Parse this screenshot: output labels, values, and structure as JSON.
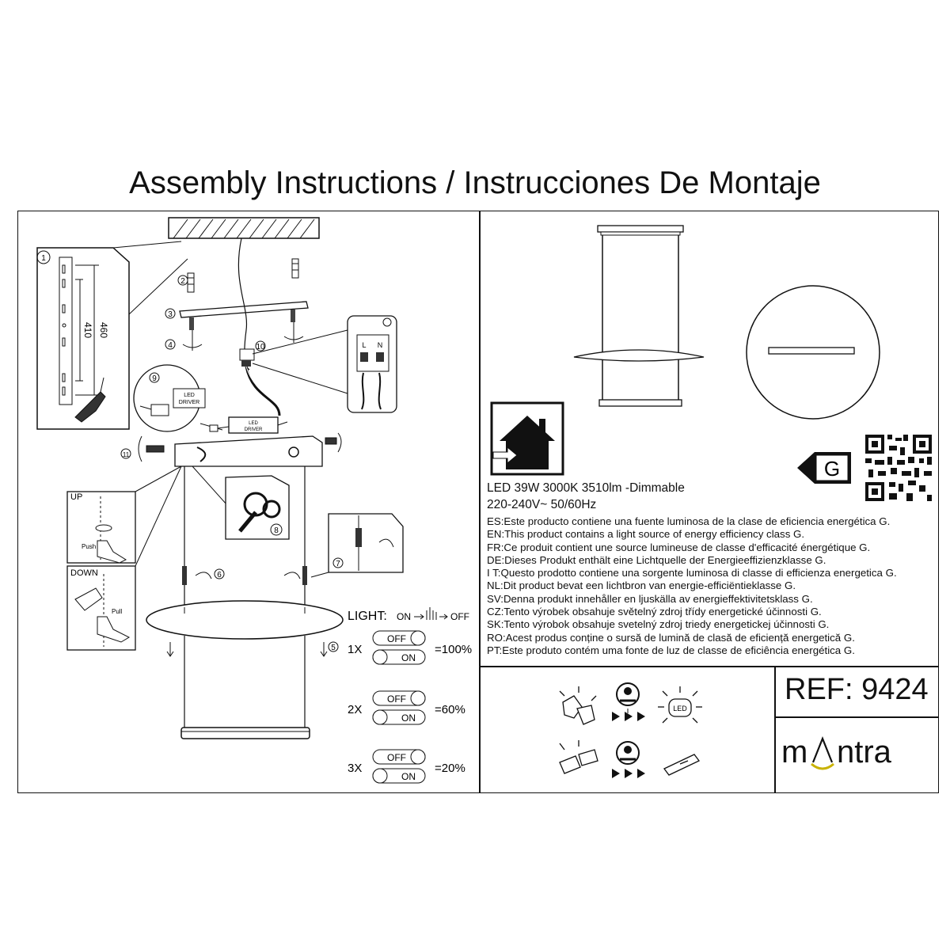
{
  "title": "Assembly Instructions / Instrucciones De Montaje",
  "steps": [
    "1",
    "2",
    "3",
    "4",
    "5",
    "6",
    "7",
    "8",
    "9",
    "10",
    "11"
  ],
  "dimensions": {
    "outer": "460",
    "inner": "410"
  },
  "driver": {
    "label_line1": "LED",
    "label_line2": "DRIVER"
  },
  "terminal": {
    "l": "L",
    "n": "N"
  },
  "cable_adjust": {
    "up": "UP",
    "down": "DOWN",
    "push": "Push",
    "pull": "Pull"
  },
  "light": {
    "label": "LIGHT:",
    "on": "ON",
    "off": "OFF",
    "rows": [
      {
        "count": "1X",
        "off": "OFF",
        "on": "ON",
        "result": "=100%"
      },
      {
        "count": "2X",
        "off": "OFF",
        "on": "ON",
        "result": "=60%"
      },
      {
        "count": "3X",
        "off": "OFF",
        "on": "ON",
        "result": "=20%"
      }
    ]
  },
  "energy_class": "G",
  "specs": {
    "line1": "LED 39W 3000K 3510lm -Dimmable",
    "line2": "220-240V~ 50/60Hz"
  },
  "efficiency_texts": [
    "ES:Este producto contiene una fuente luminosa de la clase de eficiencia energética G.",
    "EN:This product contains a light source of energy efficiency class G.",
    "FR:Ce produit contient une source lumineuse de classe d'efficacité énergétique G.",
    "DE:Dieses Produkt enthält eine Lichtquelle der Energieeffizienzklasse G.",
    "I T:Questo prodotto contiene una sorgente luminosa di classe di efficienza energetica G.",
    "NL:Dit product bevat een lichtbron van energie-efficiëntieklasse G.",
    "SV:Denna produkt innehåller en ljuskälla av energieffektivitetsklass G.",
    "CZ:Tento výrobek obsahuje světelný zdroj třídy energetické účinnosti G.",
    "SK:Tento výrobok obsahuje svetelný zdroj triedy energetickej účinnosti G.",
    "RO:Acest produs conține o sursă de lumină de clasă de eficiență energetică G.",
    "PT:Este produto contém uma fonte de luz de classe de eficiência energética G."
  ],
  "ref": {
    "label": "REF:",
    "number": "9424"
  },
  "brand": {
    "name": "mantra",
    "display_left": "m",
    "display_right": "ntra"
  },
  "icons": {
    "led": "LED"
  },
  "colors": {
    "line": "#111111",
    "background": "#ffffff",
    "brand_accent": "#c9b200"
  }
}
